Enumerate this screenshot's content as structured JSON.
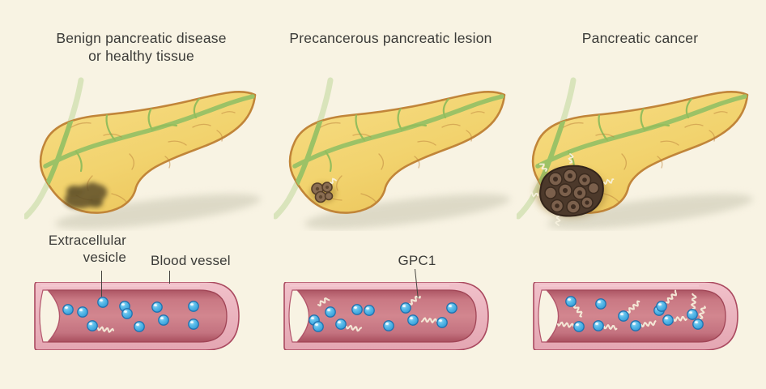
{
  "figure": {
    "background_color": "#f8f3e3",
    "text_color": "#3b3b38"
  },
  "labels": {
    "extracellular_vesicle": "Extracellular\nvesicle",
    "blood_vessel": "Blood vessel",
    "gpc1": "GPC1"
  },
  "panels": [
    {
      "id": "benign",
      "title": "Benign pancreatic disease\nor healthy tissue",
      "pancreas": {
        "lesion": "diffuse-patch",
        "gpc1_squiggles": []
      },
      "vessel": {
        "vesicle_count": 11,
        "vesicles": [
          [
            42,
            34
          ],
          [
            60,
            37
          ],
          [
            85,
            25
          ],
          [
            72,
            54
          ],
          [
            112,
            30
          ],
          [
            115,
            39
          ],
          [
            130,
            55
          ],
          [
            152,
            31
          ],
          [
            160,
            47
          ],
          [
            197,
            30
          ],
          [
            197,
            52
          ]
        ],
        "gpc1_count": 1,
        "gpc1_squiggles": [
          [
            79,
            57,
            10,
            20
          ]
        ]
      }
    },
    {
      "id": "precancerous",
      "title": "Precancerous pancreatic lesion",
      "pancreas": {
        "lesion": "small-nodules",
        "gpc1_squiggles": [
          [
            70,
            130,
            -30,
            8
          ]
        ]
      },
      "vessel": {
        "vesicle_count": 11,
        "vesicles": [
          [
            58,
            37
          ],
          [
            38,
            47
          ],
          [
            43,
            55
          ],
          [
            91,
            34
          ],
          [
            106,
            35
          ],
          [
            71,
            52
          ],
          [
            130,
            54
          ],
          [
            151,
            32
          ],
          [
            160,
            47
          ],
          [
            196,
            50
          ],
          [
            208,
            32
          ]
        ],
        "gpc1_count": 4,
        "gpc1_squiggles": [
          [
            78,
            55,
            12,
            18
          ],
          [
            156,
            27,
            -40,
            16
          ],
          [
            189,
            48,
            185,
            18
          ],
          [
            43,
            28,
            -32,
            15
          ]
        ]
      }
    },
    {
      "id": "cancer",
      "title": "Pancreatic cancer",
      "pancreas": {
        "lesion": "tumor-mass",
        "gpc1_squiggles": [
          [
            36,
            116,
            -120,
            11
          ],
          [
            66,
            106,
            -80,
            11
          ],
          [
            108,
            130,
            -10,
            12
          ],
          [
            52,
            172,
            100,
            11
          ],
          [
            26,
            146,
            190,
            10
          ]
        ]
      },
      "vessel": {
        "vesicle_count": 11,
        "vesicles": [
          [
            47,
            24
          ],
          [
            84,
            27
          ],
          [
            57,
            55
          ],
          [
            81,
            54
          ],
          [
            112,
            42
          ],
          [
            127,
            54
          ],
          [
            156,
            35
          ],
          [
            159,
            30
          ],
          [
            167,
            47
          ],
          [
            197,
            40
          ],
          [
            204,
            52
          ]
        ],
        "gpc1_count": 9,
        "gpc1_squiggles": [
          [
            52,
            29,
            55,
            16
          ],
          [
            50,
            54,
            188,
            20
          ],
          [
            88,
            55,
            5,
            16
          ],
          [
            117,
            37,
            -40,
            20
          ],
          [
            134,
            53,
            -8,
            18
          ],
          [
            165,
            25,
            -45,
            18
          ],
          [
            174,
            46,
            -5,
            16
          ],
          [
            198,
            33,
            -85,
            18
          ],
          [
            207,
            45,
            -75,
            16
          ]
        ]
      }
    }
  ],
  "colors": {
    "pancreas_fill": "#f2d36e",
    "pancreas_outline": "#c18539",
    "duct_green": "#9cc266",
    "vessel_wall": "#ecb5bf",
    "vessel_wall_outline": "#ab4a60",
    "vessel_lumen": "#cb7d87",
    "vesicle_blue": "#41a9e0",
    "vesicle_outline": "#1f72b0",
    "gpc1_squiggle": "#f5edda",
    "lesion_brown": "#55402f"
  }
}
